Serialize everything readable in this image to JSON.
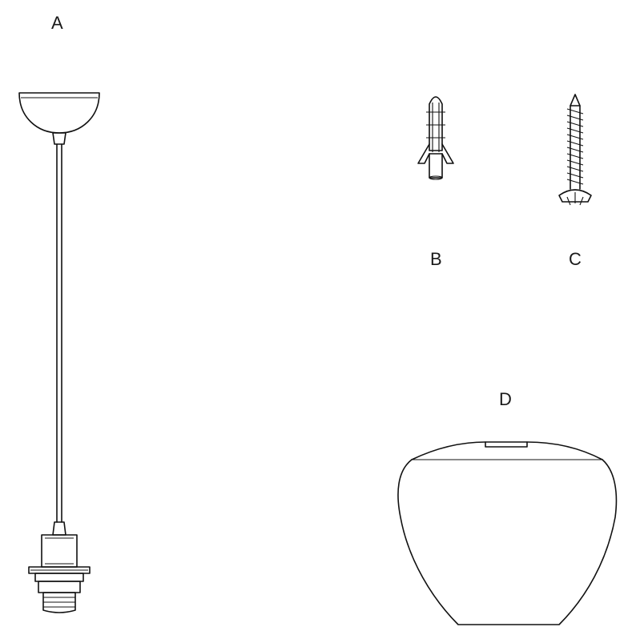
{
  "parts": [
    {
      "id": "a",
      "label": "A"
    },
    {
      "id": "b",
      "label": "B"
    },
    {
      "id": "c",
      "label": "C"
    },
    {
      "id": "d",
      "label": "D"
    }
  ],
  "colors": {
    "line": "#111111",
    "background": "#ffffff"
  },
  "icons": [
    "pendant-cord-set-icon",
    "wall-plug-icon",
    "screw-icon",
    "glass-shade-icon"
  ]
}
